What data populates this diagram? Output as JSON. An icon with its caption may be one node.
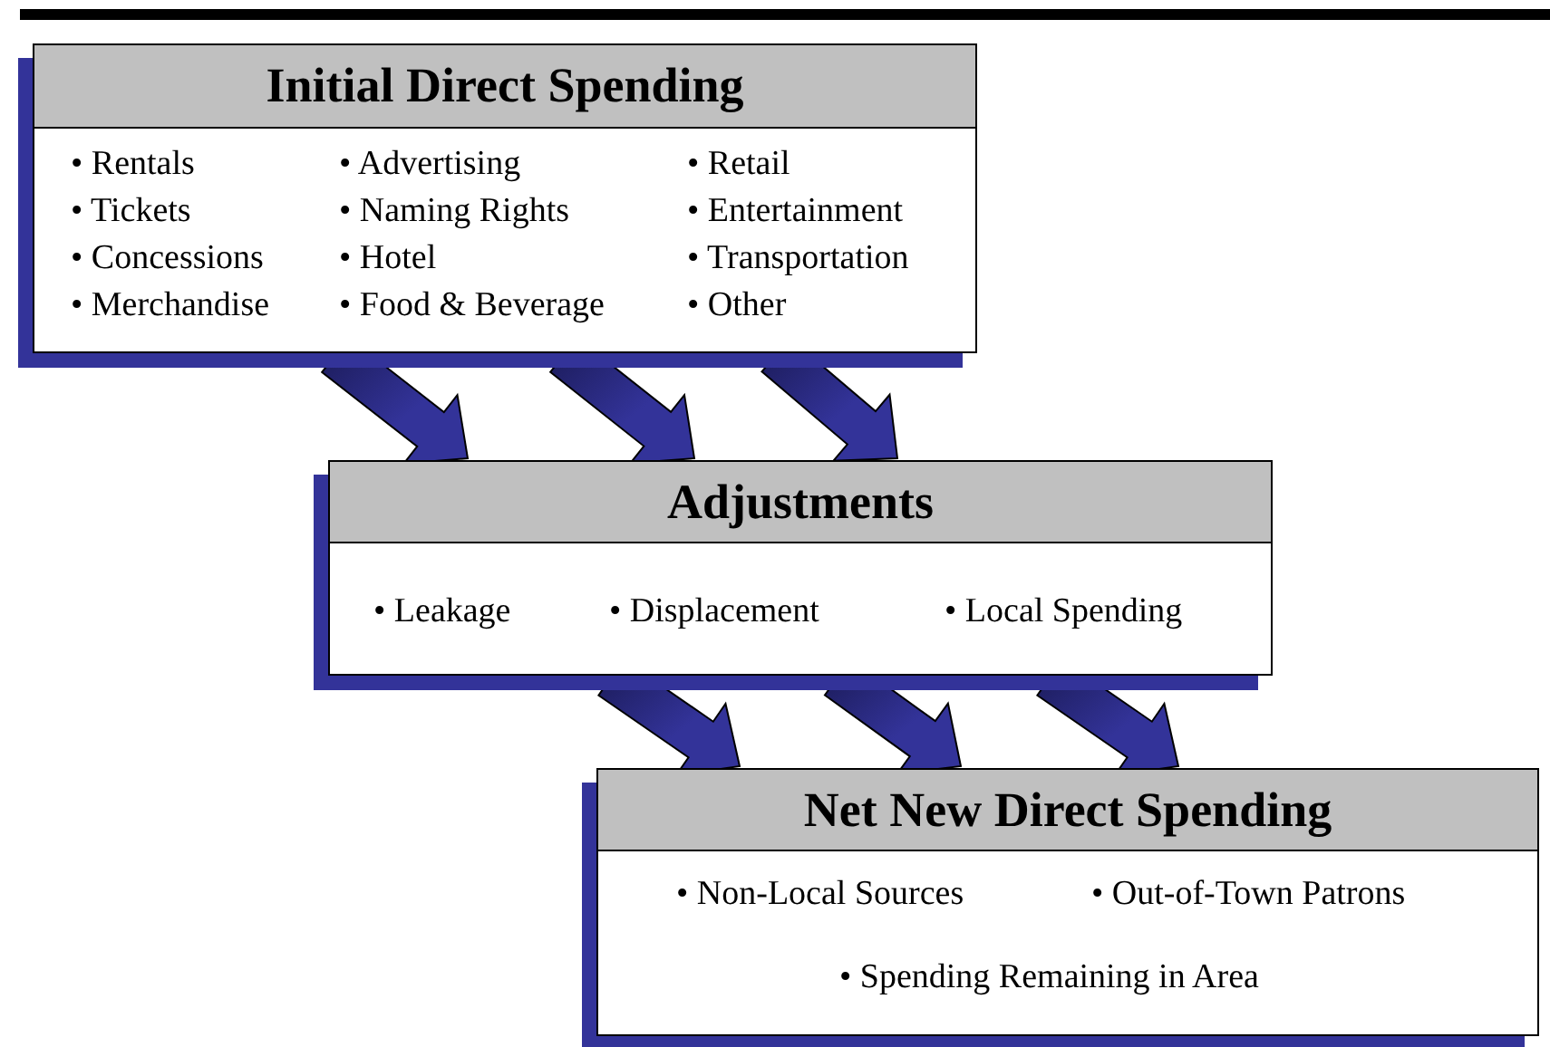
{
  "diagram": {
    "nodes": [
      {
        "text": [
          "Initial Direct Spending",
          "• Rentals",
          "• Tickets",
          "• Concessions",
          "• Merchandise",
          "• Advertising",
          "• Naming Rights",
          "• Hotel",
          "• Food & Beverage",
          "• Retail",
          "• Entertainment",
          "• Transportation",
          "• Other"
        ]
      },
      {
        "text": [
          "Adjustments",
          "• Leakage",
          "• Displacement",
          "• Local Spending"
        ]
      },
      {
        "text": [
          "Net New Direct Spending",
          "• Non-Local Sources",
          "• Out-of-Town Patrons",
          "• Spending Remaining in Area"
        ]
      }
    ],
    "edges": [
      {
        "from": 0,
        "to": 1,
        "arrow": "to"
      },
      {
        "from": 0,
        "to": 1,
        "arrow": "to"
      },
      {
        "from": 0,
        "to": 1,
        "arrow": "to"
      },
      {
        "from": 1,
        "to": 2,
        "arrow": "to"
      },
      {
        "from": 1,
        "to": 2,
        "arrow": "to"
      },
      {
        "from": 1,
        "to": 2,
        "arrow": "to"
      }
    ]
  }
}
